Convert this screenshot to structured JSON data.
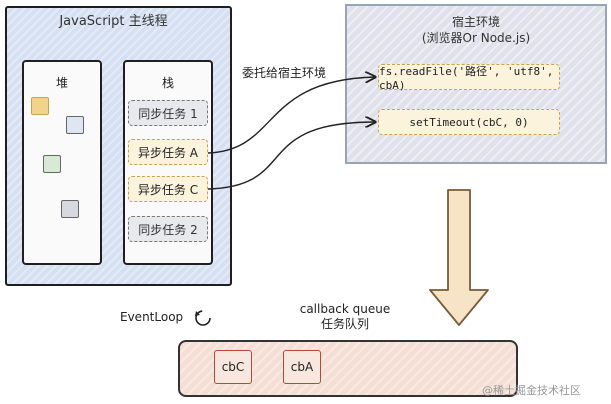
{
  "main_thread": {
    "title": "JavaScript 主线程",
    "heap_label": "堆",
    "stack_label": "栈",
    "stack_items": [
      {
        "label": "同步任务 1",
        "kind": "sync"
      },
      {
        "label": "异步任务 A",
        "kind": "async"
      },
      {
        "label": "异步任务 C",
        "kind": "async"
      },
      {
        "label": "同步任务 2",
        "kind": "sync"
      }
    ],
    "heap_object_colors": [
      "#f3d38a",
      "#cfd8ea",
      "#cde5c9",
      "#d0d3da"
    ]
  },
  "delegate_label": "委托给宿主环境",
  "host": {
    "title_line1": "宿主环境",
    "title_line2": "(浏览器Or Node.js)",
    "apis": [
      "fs.readFile('路径', 'utf8', cbA)",
      "setTimeout(cbC, 0)"
    ]
  },
  "event_loop_label": "EventLoop",
  "queue": {
    "title_line1": "callback queue",
    "title_line2": "任务队列",
    "items": [
      "cbC",
      "cbA"
    ]
  },
  "watermark": "@稀土掘金技术社区",
  "colors": {
    "main_bg": "#d6e0f3",
    "async_bg": "#fbf3dc",
    "host_bg": "#dfe2ea",
    "queue_bg": "#f5dfd4",
    "arrow": "#f7e3c5"
  }
}
